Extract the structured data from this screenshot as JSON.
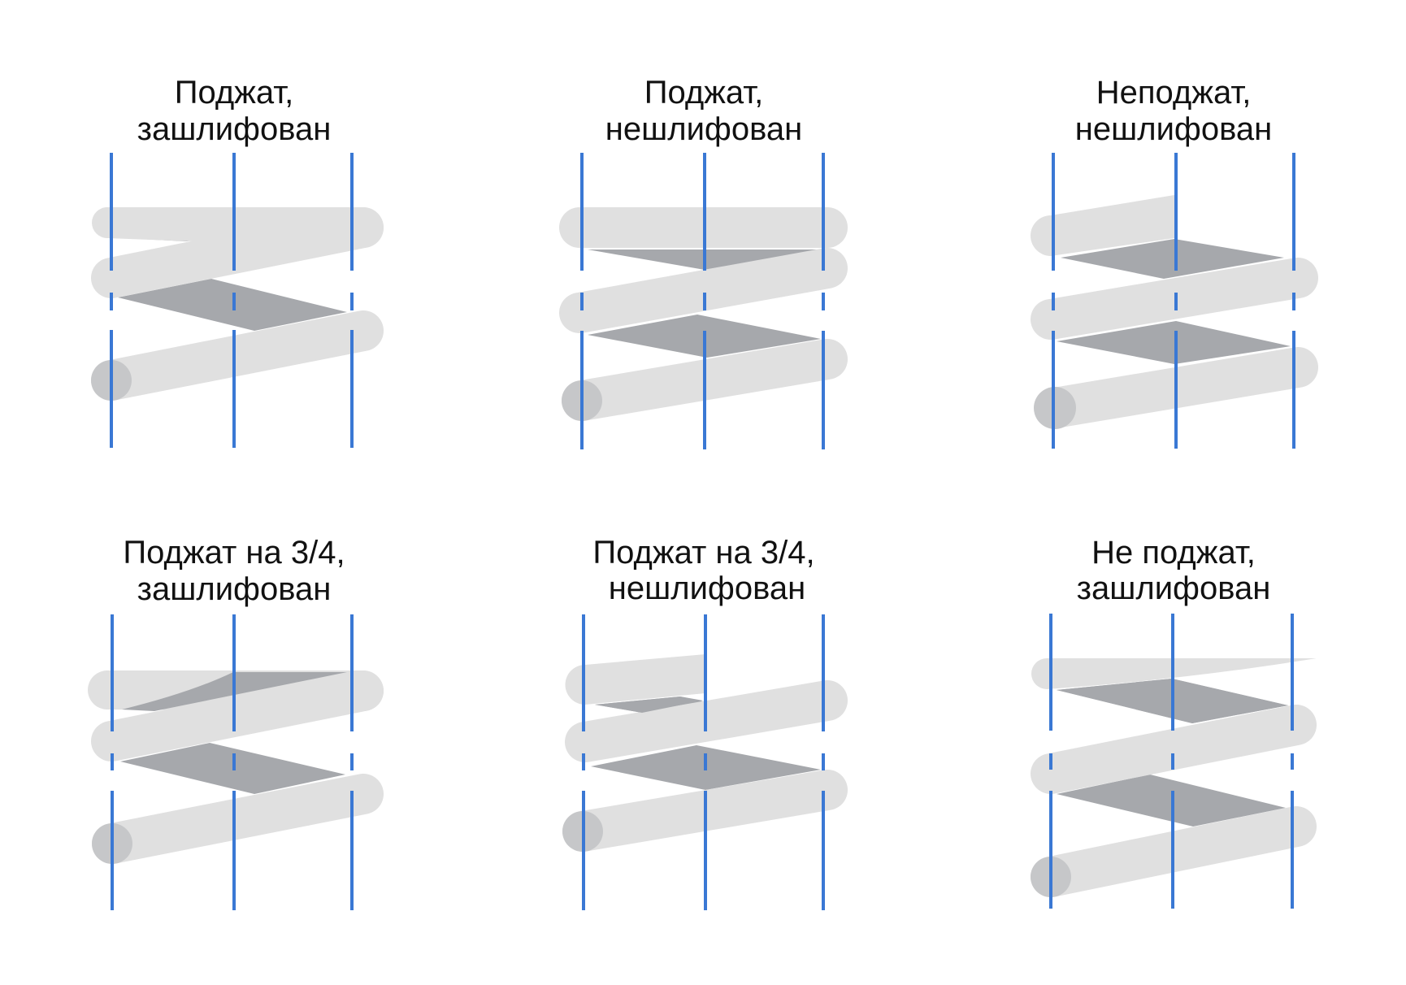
{
  "diagram": {
    "title": "",
    "colors": {
      "coil": "#e0e0e0",
      "coil_end": "#c6c7c9",
      "inner_surface": "#a6a8ac",
      "axis_lines": "#3a78d4",
      "text": "#111111"
    },
    "panels": [
      {
        "line1": "Поджат,",
        "line2": "зашлифован"
      },
      {
        "line1": "Поджат,",
        "line2": "нешлифован"
      },
      {
        "line1": "Неподжат,",
        "line2": "нешлифован"
      },
      {
        "line1": "Поджат на 3/4,",
        "line2": "зашлифован"
      },
      {
        "line1": "Поджат на 3/4,",
        "line2": "нешлифован"
      },
      {
        "line1": "Не поджат,",
        "line2": "зашлифован"
      }
    ]
  }
}
